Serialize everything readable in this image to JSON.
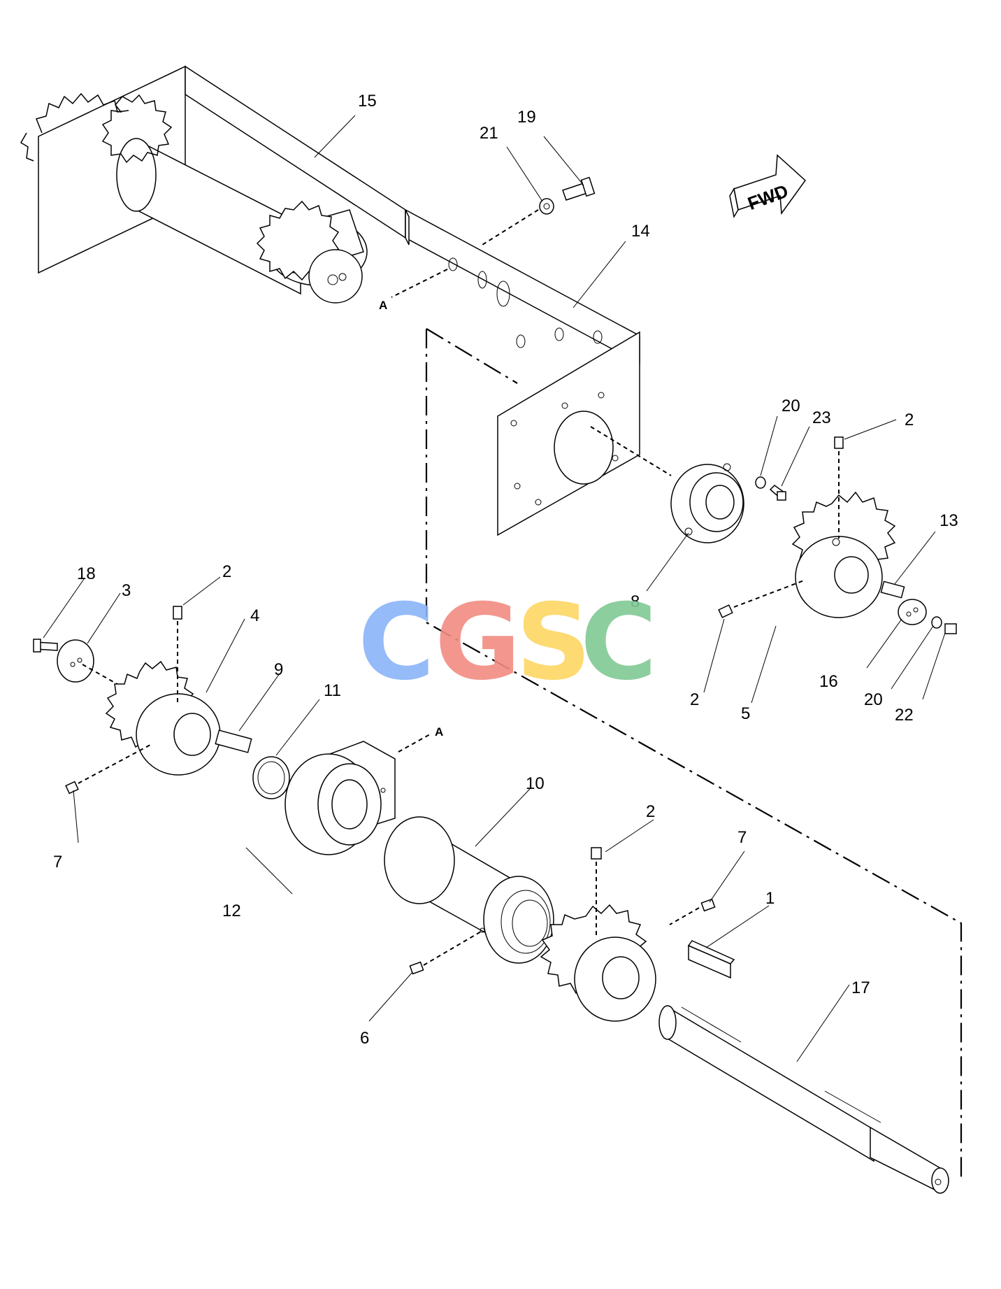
{
  "direction_arrow": {
    "text": "FWD"
  },
  "reference_marks": [
    "A",
    "A"
  ],
  "watermark": {
    "letters": [
      {
        "char": "C",
        "color": "#8ab4f8"
      },
      {
        "char": "G",
        "color": "#f28b82"
      },
      {
        "char": "S",
        "color": "#fdd663"
      },
      {
        "char": "C",
        "color": "#81c995"
      }
    ]
  },
  "callouts": [
    "15",
    "19",
    "21",
    "14",
    "20",
    "23",
    "2",
    "13",
    "8",
    "18",
    "3",
    "2",
    "4",
    "9",
    "11",
    "16",
    "20",
    "22",
    "2",
    "5",
    "7",
    "10",
    "2",
    "7",
    "12",
    "1",
    "17",
    "6"
  ]
}
